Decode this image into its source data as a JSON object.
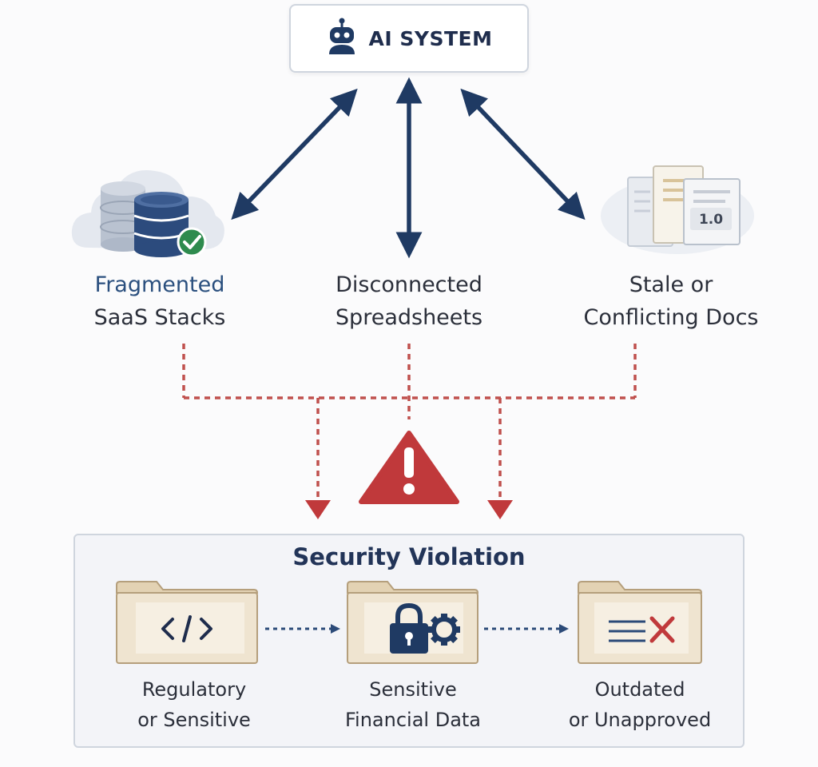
{
  "ai_system": {
    "title": "AI SYSTEM",
    "icon": "robot-icon"
  },
  "sources": [
    {
      "line1": "Fragmented",
      "line2": "SaaS Stacks",
      "icon": "database-cloud-icon",
      "line1_color": "#2a4f7e"
    },
    {
      "line1": "Disconnected",
      "line2": "Spreadsheets",
      "icon": "none"
    },
    {
      "line1": "Stale or",
      "line2": "Conflicting Docs",
      "icon": "document-stack-icon",
      "version_text": "1.0"
    }
  ],
  "warning_icon": "warning-triangle-icon",
  "violation": {
    "title": "Security Violation",
    "items": [
      {
        "line1": "Regulatory",
        "line2": "or Sensitive",
        "icon": "code-icon"
      },
      {
        "line1": "Sensitive",
        "line2": "Financial Data",
        "icon": "lock-gear-icon"
      },
      {
        "line1": "Outdated",
        "line2": "or Unapproved",
        "icon": "rejected-list-icon"
      }
    ]
  },
  "colors": {
    "navy": "#1f3a63",
    "alert_red": "#c0393b",
    "dotted_red": "#c0504d",
    "folder_fill": "#efe4d0",
    "folder_stroke": "#b59f7c",
    "check_green": "#2e8b4e"
  }
}
